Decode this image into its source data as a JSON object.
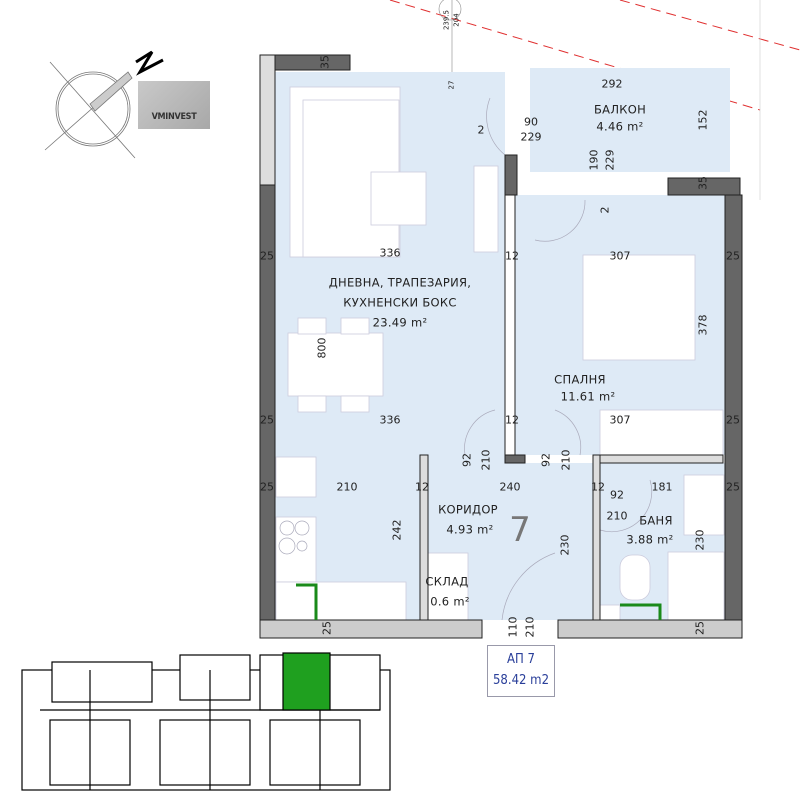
{
  "logo": {
    "text": "VMINVEST",
    "north_label": "N"
  },
  "rooms": [
    {
      "name": "ДНЕВНА, ТРАПЕЗАРИЯ,",
      "name2": "КУХНЕНСКИ БОКС",
      "area": "23.49 m²"
    },
    {
      "name": "СПАЛНЯ",
      "area": "11.61 m²"
    },
    {
      "name": "БАЛКОН",
      "area": "4.46 m²"
    },
    {
      "name": "КОРИДОР",
      "area": "4.93 m²"
    },
    {
      "name": "СКЛАД",
      "area": "0.6 m²"
    },
    {
      "name": "БАНЯ",
      "area": "3.88 m²"
    }
  ],
  "apartment_number": "7",
  "apartment_label": {
    "title": "АП 7",
    "area": "58.42 m2"
  },
  "dimensions": [
    "239.5",
    "204",
    "27",
    "35",
    "292",
    "152",
    "90",
    "229",
    "2",
    "190",
    "229",
    "2",
    "35",
    "25",
    "336",
    "12",
    "307",
    "25",
    "800",
    "378",
    "25",
    "336",
    "12",
    "307",
    "25",
    "92",
    "210",
    "92",
    "210",
    "25",
    "210",
    "12",
    "240",
    "12",
    "92",
    "210",
    "181",
    "25",
    "242",
    "230",
    "230",
    "110",
    "210",
    "25",
    "25"
  ],
  "colors": {
    "room_fill": "#deeaf6",
    "wall": "#555555",
    "keyplan_highlight": "#1fa01f",
    "label_text": "#2a3f9a",
    "boundary_line": "#e03030"
  }
}
